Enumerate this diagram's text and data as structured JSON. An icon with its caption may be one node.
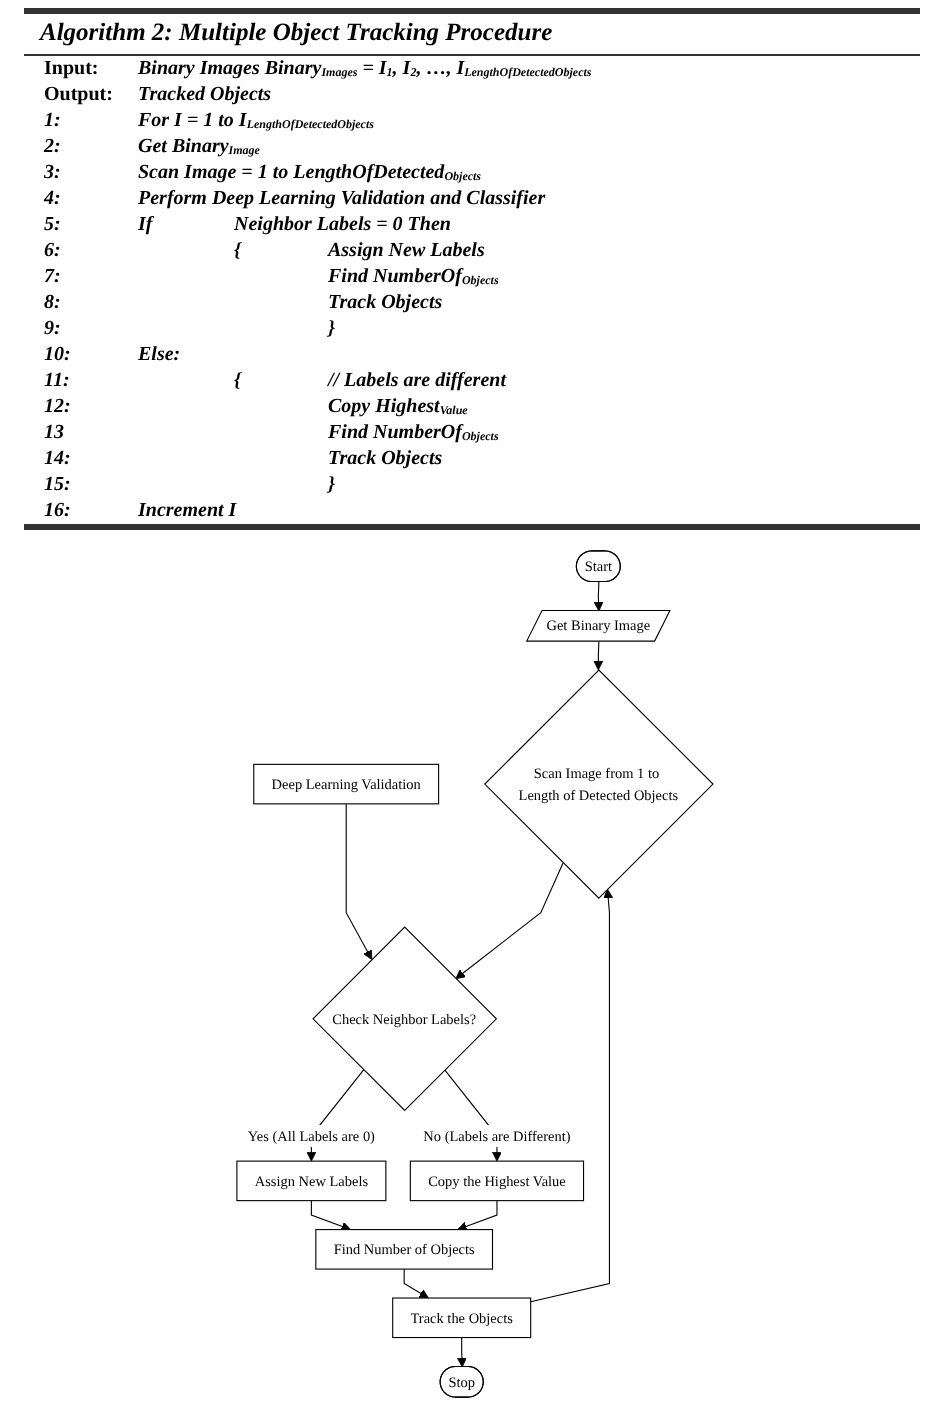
{
  "diagram": {
    "title": "Algorithm 2: Multiple Object Tracking Procedure",
    "nodes": [
      {
        "text": [
          "Start"
        ]
      },
      {
        "text": [
          "Get Binary Image"
        ]
      },
      {
        "text": [
          "Scan Image from 1 to Length of Detected Objects"
        ]
      },
      {
        "text": [
          "Deep Learning Validation"
        ]
      },
      {
        "text": [
          "Check Neighbor Labels?"
        ]
      },
      {
        "text": [
          "Assign New Labels"
        ]
      },
      {
        "text": [
          "Copy the Highest Value"
        ]
      },
      {
        "text": [
          "Find Number of Objects"
        ]
      },
      {
        "text": [
          "Track the Objects"
        ]
      },
      {
        "text": [
          "Stop"
        ]
      }
    ],
    "edges": [
      {
        "from": 0,
        "to": 1,
        "arrow": "to"
      },
      {
        "from": 1,
        "to": 2,
        "arrow": "to"
      },
      {
        "from": 8,
        "to": 2,
        "arrow": "to"
      },
      {
        "from": 2,
        "to": 4,
        "arrow": "to"
      },
      {
        "from": 3,
        "to": 4,
        "arrow": "to"
      },
      {
        "from": 4,
        "to": 5,
        "arrow": "to",
        "label": "Yes (All Labels are 0)"
      },
      {
        "from": 4,
        "to": 6,
        "arrow": "to",
        "label": "No (Labels are Different)"
      },
      {
        "from": 5,
        "to": 7,
        "arrow": "to"
      },
      {
        "from": 6,
        "to": 7,
        "arrow": "to"
      },
      {
        "from": 7,
        "to": 8,
        "arrow": "to"
      },
      {
        "from": 8,
        "to": 9,
        "arrow": "to"
      }
    ],
    "labels": [
      "Input:",
      "Binary Images Binary$_{Images}$ = I$_{1}$, I$_{2}$, …, I$_{LengthOfDetectedObjects}$",
      "Output:",
      "Tracked Objects",
      "1:",
      "For I = 1 to I$_{LengthOfDetectedObjects}$",
      "2:",
      "Get Binary$_{Image}$",
      "3:",
      "Scan Image = 1 to LengthOfDetected$_{Objects}$",
      "4:",
      "Perform Deep Learning Validation and Classifier",
      "5:",
      "If",
      "Neighbor Labels = 0 Then",
      "6:",
      "{",
      "Assign New Labels",
      "7:",
      "Find NumberOf$_{Objects}$",
      "8:",
      "Track Objects",
      "9:",
      "}",
      "10:",
      "Else:",
      "11:",
      "{",
      "// Labels are different",
      "12:",
      "Copy Highest$_{Value}$",
      "13",
      "Find NumberOf$_{Objects}$",
      "14:",
      "Track Objects",
      "15:",
      "}",
      "16:",
      "Increment I"
    ]
  }
}
